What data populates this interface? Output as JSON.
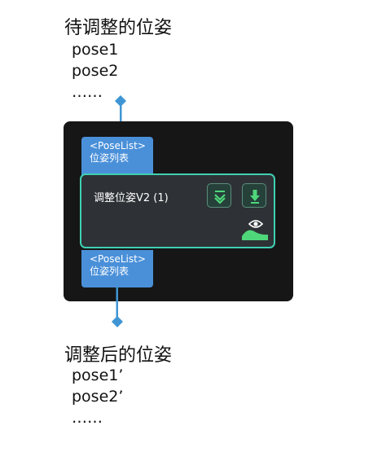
{
  "input_block": {
    "title": "待调整的位姿",
    "items": [
      "pose1",
      "pose2",
      "……"
    ]
  },
  "output_block": {
    "title": "调整后的位姿",
    "items": [
      "pose1’",
      "pose2’",
      "……"
    ]
  },
  "node": {
    "title": "调整位姿V2 (1)",
    "input_port": {
      "type": "<PoseList>",
      "label": "位姿列表"
    },
    "output_port": {
      "type": "<PoseList>",
      "label": "位姿列表"
    },
    "icons": [
      "collapse-icon",
      "download-icon",
      "visualize-icon"
    ]
  },
  "colors": {
    "port": "#4a90d9",
    "node_border": "#3fd0b4",
    "node_bg": "#2e3236",
    "panel_bg": "#161616",
    "connector": "#3f95d4",
    "icon_green": "#4fd67a"
  }
}
